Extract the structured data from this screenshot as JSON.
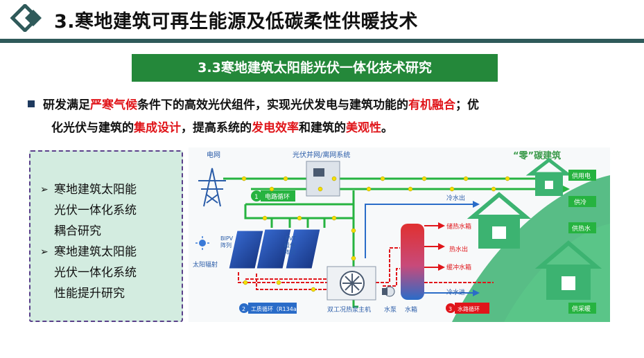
{
  "header": {
    "title": "3.寒地建筑可再生能源及低碳柔性供暖技术",
    "accent": "#2f5a5a"
  },
  "banner": {
    "text": "3.3寒地建筑太阳能光伏一体化技术研究",
    "color": "#24883a"
  },
  "para": {
    "s1": "研发满足",
    "r1": "严寒气候",
    "s2": "条件下的高效光伏组件，实现光伏发电与建筑功能的",
    "r2": "有机融合",
    "s3": "；优",
    "s4": "化光伏与建筑的",
    "r3": "集成设计",
    "s5": "，提高系统的",
    "r4": "发电效率",
    "s6": "和建筑的",
    "r5": "美观性",
    "s7": "。",
    "highlight": "#e0151a"
  },
  "left_box": {
    "items": [
      [
        "寒地建筑太阳能",
        "光伏一体化系统",
        "耦合研究"
      ],
      [
        "寒地建筑太阳能",
        "光伏一体化系统",
        "性能提升研究"
      ]
    ]
  },
  "diagram": {
    "grid": "电网",
    "inverter": "光伏并网/离网系统",
    "zero": "“零”碳建筑",
    "loop1_num": "1",
    "loop1": "电路循环",
    "bipv": "BIPV\n阵列",
    "bipv_a": "BIPV",
    "bipv_b": "阵列",
    "pvt_a": "PVT",
    "pvt_b": "组件",
    "pvt_c": "阵列",
    "solar": "太阳辐射",
    "cold_out": "冷水出",
    "tank_store": "储热水箱",
    "hot_out": "热水出",
    "buffer": "缓冲水箱",
    "cold_in": "冷水进",
    "loop2_num": "2",
    "loop2": "工质循环（R134a）",
    "heat_pump": "双工况热泵主机",
    "pump": "水泵",
    "tank": "水箱",
    "loop3_num": "3",
    "loop3": "水路循环",
    "sup_power": "供用电",
    "sup_cool": "供冷",
    "sup_hot": "供热水",
    "sup_heat": "供采暖"
  }
}
